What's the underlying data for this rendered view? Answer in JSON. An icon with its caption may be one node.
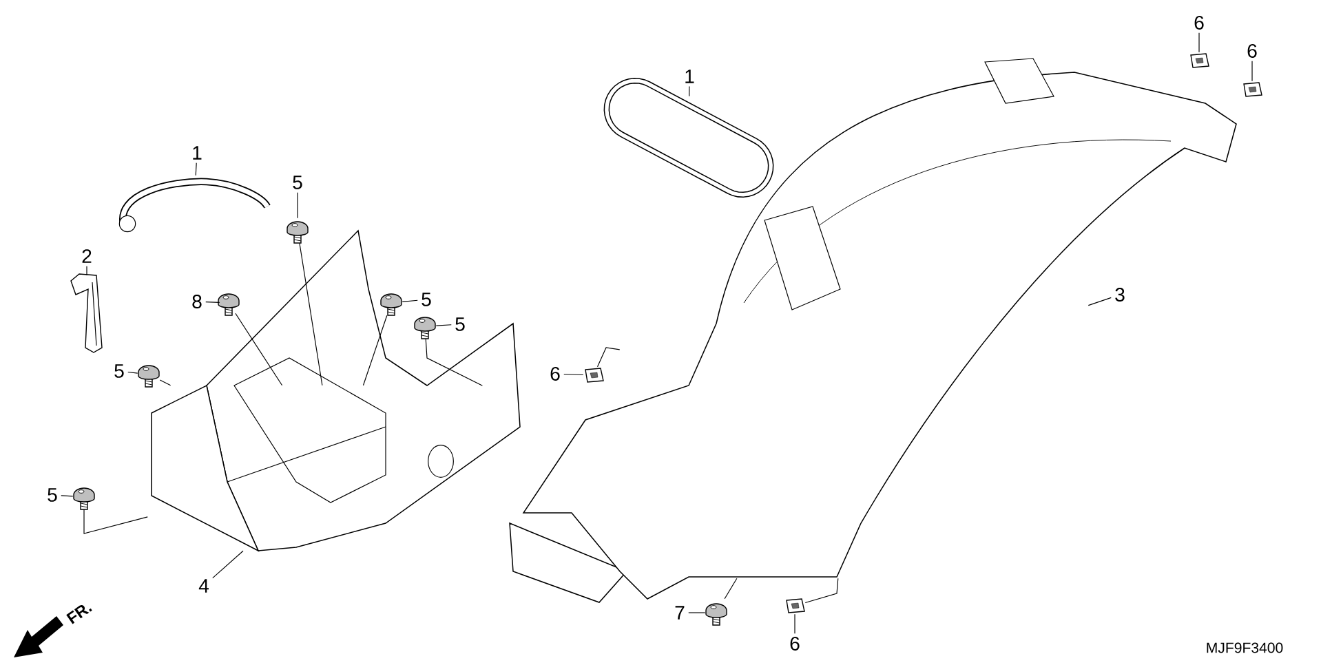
{
  "diagram": {
    "nodes": [
      {
        "text": [
          "1"
        ]
      },
      {
        "text": [],
        "shape": "picture"
      },
      {
        "text": [
          "2"
        ]
      },
      {
        "text": [],
        "shape": "picture"
      },
      {
        "text": [
          "5"
        ]
      },
      {
        "text": [],
        "shape": "picture"
      },
      {
        "text": [
          "8"
        ]
      },
      {
        "text": [],
        "shape": "picture"
      },
      {
        "text": [
          "5"
        ]
      },
      {
        "text": [],
        "shape": "picture"
      },
      {
        "text": [
          "5"
        ]
      },
      {
        "text": [],
        "shape": "picture"
      },
      {
        "text": [
          "5"
        ]
      },
      {
        "text": [],
        "shape": "picture"
      },
      {
        "text": [
          "5"
        ]
      },
      {
        "text": [],
        "shape": "picture"
      },
      {
        "text": [],
        "shape": "picture"
      },
      {
        "text": [
          "4"
        ]
      },
      {
        "text": [
          "1"
        ]
      },
      {
        "text": [],
        "shape": "picture"
      },
      {
        "text": [
          "6"
        ]
      },
      {
        "text": [],
        "shape": "picture"
      },
      {
        "text": [
          "6"
        ]
      },
      {
        "text": [],
        "shape": "picture"
      },
      {
        "text": [
          "3"
        ]
      },
      {
        "text": [],
        "shape": "picture"
      },
      {
        "text": [
          "6"
        ]
      },
      {
        "text": [],
        "shape": "picture"
      },
      {
        "text": [
          "7"
        ]
      },
      {
        "text": [],
        "shape": "picture"
      },
      {
        "text": [
          "6"
        ]
      },
      {
        "text": [],
        "shape": "picture"
      }
    ],
    "edges": [
      {
        "from": 0,
        "to": 1,
        "arrow": "none"
      },
      {
        "from": 2,
        "to": 3,
        "arrow": "none"
      },
      {
        "from": 4,
        "to": 5,
        "arrow": "none"
      },
      {
        "from": 6,
        "to": 7,
        "arrow": "none"
      },
      {
        "from": 8,
        "to": 9,
        "arrow": "none"
      },
      {
        "from": 10,
        "to": 11,
        "arrow": "none"
      },
      {
        "from": 12,
        "to": 13,
        "arrow": "none"
      },
      {
        "from": 14,
        "to": 15,
        "arrow": "none"
      },
      {
        "from": 17,
        "to": 16,
        "arrow": "none"
      },
      {
        "from": 18,
        "to": 19,
        "arrow": "none"
      },
      {
        "from": 20,
        "to": 21,
        "arrow": "none"
      },
      {
        "from": 22,
        "to": 23,
        "arrow": "none"
      },
      {
        "from": 24,
        "to": 25,
        "arrow": "none"
      },
      {
        "from": 26,
        "to": 27,
        "arrow": "none"
      },
      {
        "from": 28,
        "to": 29,
        "arrow": "none"
      },
      {
        "from": 30,
        "to": 31,
        "arrow": "none"
      },
      {
        "from": 5,
        "to": 16,
        "arrow": "none"
      },
      {
        "from": 7,
        "to": 16,
        "arrow": "none"
      },
      {
        "from": 9,
        "to": 16,
        "arrow": "none"
      },
      {
        "from": 11,
        "to": 16,
        "arrow": "none"
      },
      {
        "from": 13,
        "to": 16,
        "arrow": "none"
      },
      {
        "from": 15,
        "to": 16,
        "arrow": "none"
      },
      {
        "from": 27,
        "to": 25,
        "arrow": "none"
      },
      {
        "from": 29,
        "to": 25,
        "arrow": "none"
      },
      {
        "from": 31,
        "to": 25,
        "arrow": "none"
      }
    ],
    "labels": [
      "FR.",
      "MJF9F3400"
    ]
  }
}
